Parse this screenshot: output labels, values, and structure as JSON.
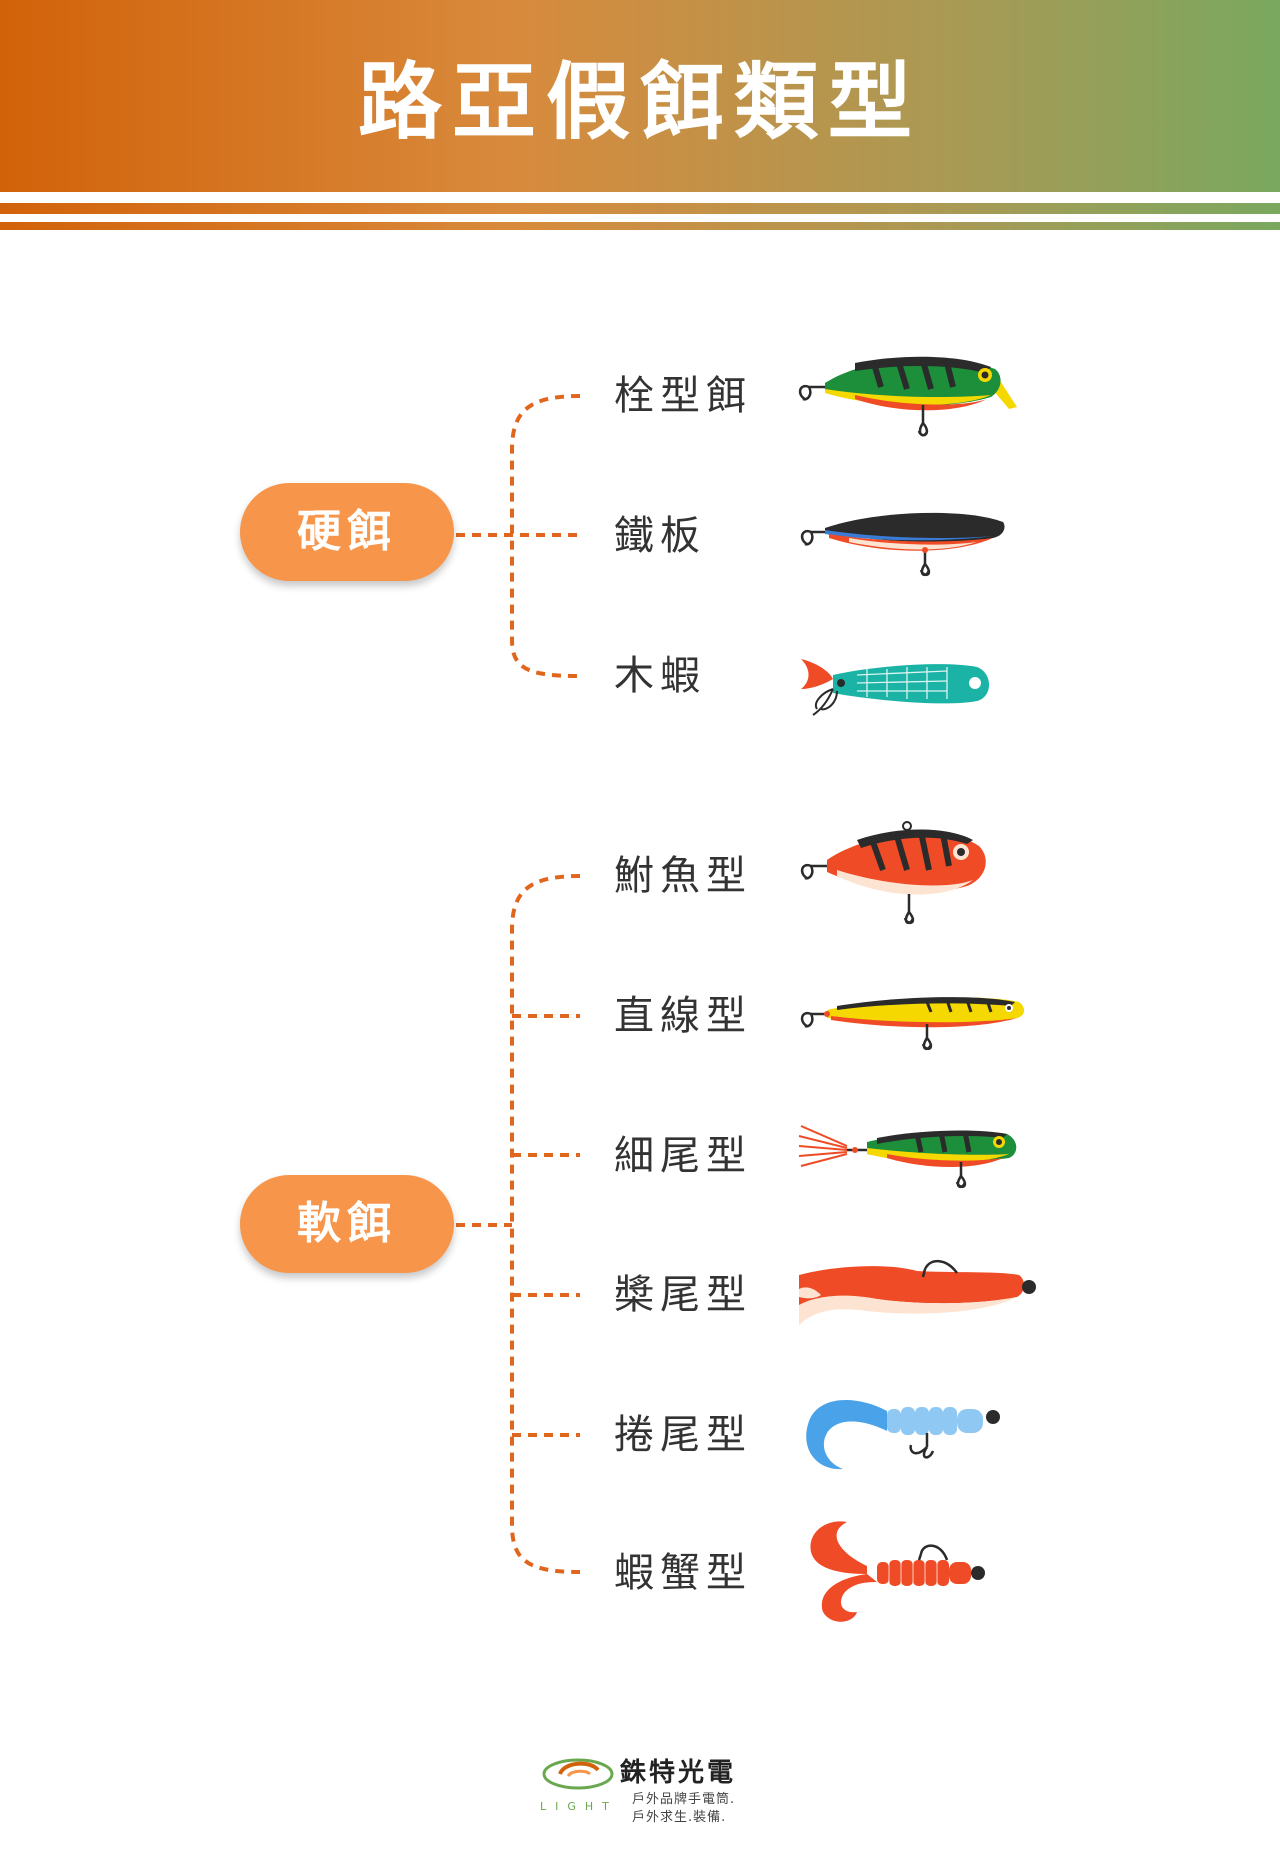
{
  "header": {
    "title": "路亞假餌類型"
  },
  "groups": {
    "hard": {
      "label": "硬餌",
      "items": [
        {
          "label": "栓型餌",
          "icon": "minnow-lure-icon"
        },
        {
          "label": "鐵板",
          "icon": "jig-lure-icon"
        },
        {
          "label": "木蝦",
          "icon": "squid-jig-icon"
        }
      ]
    },
    "soft": {
      "label": "軟餌",
      "items": [
        {
          "label": "鮒魚型",
          "icon": "crank-lure-icon"
        },
        {
          "label": "直線型",
          "icon": "pencil-lure-icon"
        },
        {
          "label": "細尾型",
          "icon": "popper-lure-icon"
        },
        {
          "label": "槳尾型",
          "icon": "paddle-tail-icon"
        },
        {
          "label": "捲尾型",
          "icon": "curly-tail-icon"
        },
        {
          "label": "蝦蟹型",
          "icon": "craw-lure-icon"
        }
      ]
    }
  },
  "colors": {
    "accent": "#f7954a",
    "connector": "#e0661e",
    "text": "#333333"
  },
  "footer": {
    "brand": "銖特光電",
    "tagline1": "戶外品牌手電筒.",
    "tagline2": "戶外求生.裝備.",
    "logo_word": "LIGHT"
  }
}
